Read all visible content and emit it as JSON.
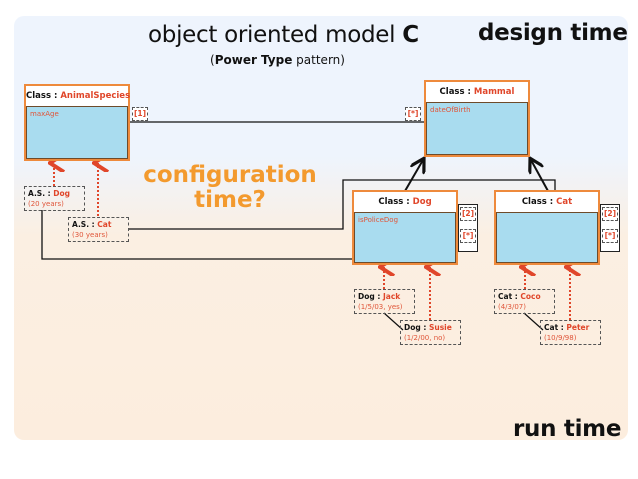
{
  "header": {
    "title_prefix": "object oriented model ",
    "title_bold": "C",
    "subtitle_open": "(",
    "subtitle_bold": "Power Type",
    "subtitle_rest": " pattern)",
    "design_time": "design time",
    "run_time": "run time",
    "configuration_line1": "configuration",
    "configuration_line2": "time?"
  },
  "classes": {
    "animal_species": {
      "prefix": "Class : ",
      "name": "AnimalSpecies",
      "attribute": "maxAge"
    },
    "mammal": {
      "prefix": "Class : ",
      "name": "Mammal",
      "attribute": "dateOfBirth"
    },
    "dog": {
      "prefix": "Class : ",
      "name": "Dog",
      "attribute": "isPoliceDog"
    },
    "cat": {
      "prefix": "Class : ",
      "name": "Cat",
      "attribute": ""
    }
  },
  "multiplicities": {
    "animal_species_end": "[1]",
    "mammal_end": "[*]",
    "dog_upper": "[2]",
    "dog_lower": "[*]",
    "cat_upper": "[2]",
    "cat_lower": "[*]"
  },
  "instances": {
    "as_dog": {
      "prefix": "A.S. : ",
      "name": "Dog",
      "detail": "(20 years)"
    },
    "as_cat": {
      "prefix": "A.S. : ",
      "name": "Cat",
      "detail": "(30 years)"
    },
    "dog_jack": {
      "prefix": "Dog : ",
      "name": "Jack",
      "detail": "(1/5/03, yes)"
    },
    "dog_susie": {
      "prefix": "Dog : ",
      "name": "Susie",
      "detail": "(1/2/00, no)"
    },
    "cat_coco": {
      "prefix": "Cat : ",
      "name": "Coco",
      "detail": "(4/3/07)"
    },
    "cat_peter": {
      "prefix": "Cat : ",
      "name": "Peter",
      "detail": "(10/9/98)"
    }
  },
  "colors": {
    "class_border": "#ee8a3c",
    "class_fill": "#a9dcef",
    "class_name": "#e0462a",
    "config_text": "#f39a2e",
    "instance_arrow": "#e0462a"
  }
}
